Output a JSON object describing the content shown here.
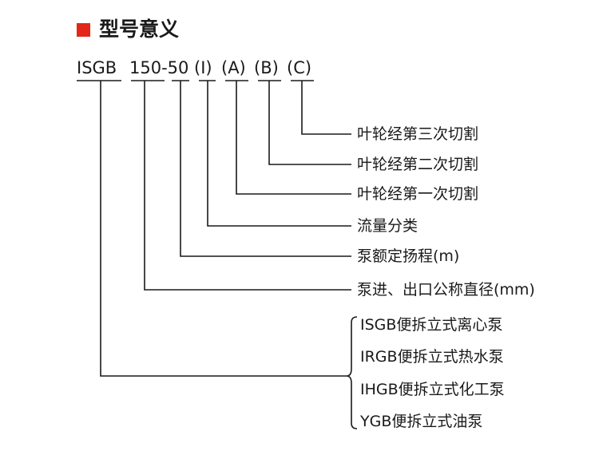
{
  "colors": {
    "marker": "#e42618",
    "text": "#1a1a1a"
  },
  "header": {
    "marker_icon": "red-square-icon",
    "title": "型号意义"
  },
  "model_code": {
    "segments": [
      {
        "text": "ISGB"
      },
      {
        "text": "150-50"
      },
      {
        "text": "(I)"
      },
      {
        "text": "(A)"
      },
      {
        "text": "(B)"
      },
      {
        "text": "(C)"
      }
    ]
  },
  "meanings": [
    "叶轮经第三次切割",
    "叶轮经第二次切割",
    "叶轮经第一次切割",
    "流量分类",
    "泵额定扬程(m)",
    "泵进、出口公称直径(mm)"
  ],
  "series_types": [
    "ISGB便拆立式离心泵",
    "IRGB便拆立式热水泵",
    "IHGB便拆立式化工泵",
    "YGB便拆立式油泵"
  ]
}
